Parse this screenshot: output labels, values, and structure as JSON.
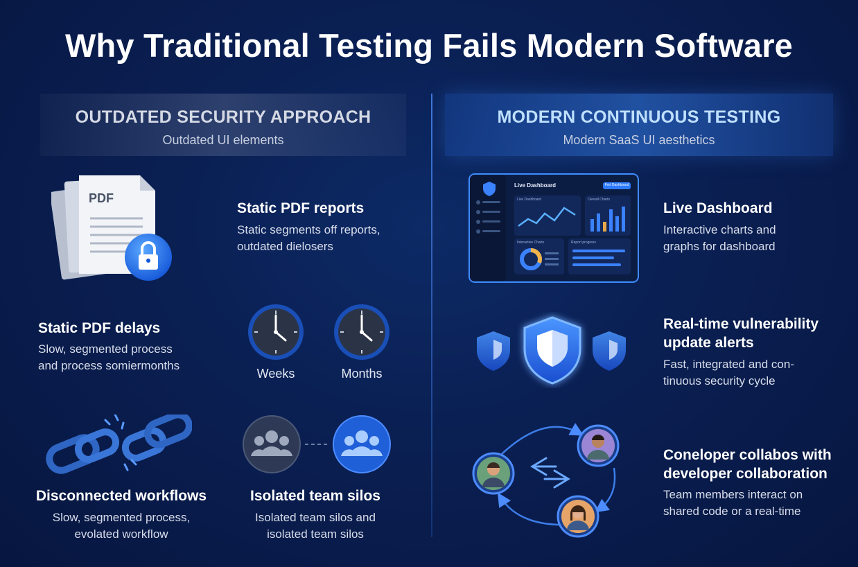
{
  "title": "Why Traditional Testing Fails Modern Software",
  "left": {
    "header": {
      "title": "OUTDATED SECURITY APPROACH",
      "subtitle": "Outdated UI elements"
    },
    "pdf_reports": {
      "title": "Static PDF reports",
      "desc_line1": "Static segments off reports,",
      "desc_line2": "outdated dielosers",
      "doc_label": "PDF",
      "icon": "pdf-lock-icon"
    },
    "pdf_delays": {
      "title": "Static PDF delays",
      "desc_line1": "Slow, segmented process",
      "desc_line2": "and process somiermonths"
    },
    "clocks": {
      "weeks_label": "Weeks",
      "months_label": "Months"
    },
    "workflows": {
      "title": "Disconnected workflows",
      "desc_line1": "Slow, segmented process,",
      "desc_line2": "evolated workflow",
      "icon": "broken-chain-icon"
    },
    "silos": {
      "title": "Isolated team silos",
      "desc_line1": "Isolated team silos and",
      "desc_line2": "isolated team silos",
      "icon": "team-group-icon"
    }
  },
  "right": {
    "header": {
      "title": "MODERN CONTINUOUS TESTING",
      "subtitle": "Modern SaaS UI aesthetics"
    },
    "dashboard": {
      "title": "Live Dashboard",
      "desc_line1": "Interactive charts and",
      "desc_line2": "graphs for dashboard",
      "mock_title": "Live Dashboard",
      "mock_button": "Fort Dashboard",
      "card1": "Live Dashboard",
      "card2": "Overall Charts",
      "card3": "Interactive Charts",
      "card4": "Report progress"
    },
    "alerts": {
      "title_line1": "Real-time vulnerability",
      "title_line2": "update alerts",
      "desc_line1": "Fast, integrated and con-",
      "desc_line2": "tinuous security cycle",
      "icon": "shield-icon"
    },
    "collab": {
      "title_line1": "Coneloper collabos with",
      "title_line2": "developer collaboration",
      "desc_line1": "Team members interact on",
      "desc_line2": "shared code or a real-time",
      "icon": "avatar-cycle-icon"
    }
  },
  "colors": {
    "accent": "#2f7bff",
    "background": "#0a1f52",
    "glow": "#3d8cff"
  }
}
